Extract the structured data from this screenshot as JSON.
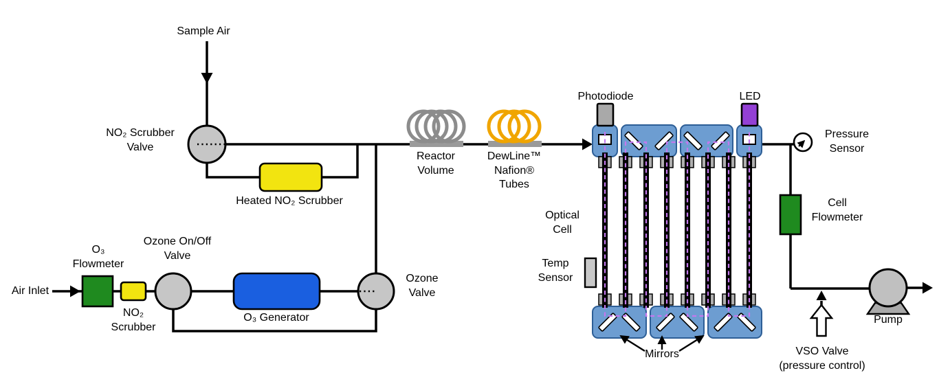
{
  "figure": {
    "kind": "instrument-flow-schematic"
  },
  "colors": {
    "line": "#000000",
    "valve_gray": "#c6c6c6",
    "scrubber_yellow": "#f2e410",
    "flowmeter_green": "#1f8a1f",
    "generator_blue": "#1a5fe0",
    "cell_blue": "#6d9dd1",
    "led_purple": "#9340d5",
    "photodiode_gray": "#a9a9a9",
    "coil_gray": "#8c8c8c",
    "nafion_orange": "#f0a500",
    "light_path_violet": "#c478ee",
    "nut_gray": "#b0b0b0",
    "pump_gray": "#c0c0c0",
    "sensor_gray": "#c8c8c8"
  },
  "components": {
    "sample_air": {
      "label": "Sample Air"
    },
    "no2_scrubber_valve": {
      "lines": [
        "NO₂ Scrubber",
        "Valve"
      ]
    },
    "heated_no2_scrubber": {
      "label": "Heated NO₂ Scrubber"
    },
    "reactor_volume": {
      "lines": [
        "Reactor",
        "Volume"
      ]
    },
    "nafion_tubes": {
      "lines": [
        "DewLine™",
        "Nafion®",
        "Tubes"
      ]
    },
    "photodiode": {
      "label": "Photodiode"
    },
    "led": {
      "label": "LED"
    },
    "pressure_sensor": {
      "lines": [
        "Pressure",
        "Sensor"
      ]
    },
    "optical_cell": {
      "lines": [
        "Optical",
        "Cell"
      ]
    },
    "temp_sensor": {
      "lines": [
        "Temp",
        "Sensor"
      ]
    },
    "cell_flowmeter": {
      "lines": [
        "Cell",
        "Flowmeter"
      ]
    },
    "mirrors": {
      "label": "Mirrors"
    },
    "vso_valve": {
      "lines": [
        "VSO Valve",
        "(pressure control)"
      ]
    },
    "pump": {
      "label": "Pump"
    },
    "air_inlet": {
      "label": "Air Inlet"
    },
    "o3_flowmeter": {
      "lines": [
        "O₃",
        "Flowmeter"
      ]
    },
    "no2_scrubber": {
      "lines": [
        "NO₂",
        "Scrubber"
      ]
    },
    "ozone_onoff_valve": {
      "lines": [
        "Ozone On/Off",
        "Valve"
      ]
    },
    "o3_generator": {
      "label": "O₃ Generator"
    },
    "ozone_valve": {
      "lines": [
        "Ozone",
        "Valve"
      ]
    }
  }
}
